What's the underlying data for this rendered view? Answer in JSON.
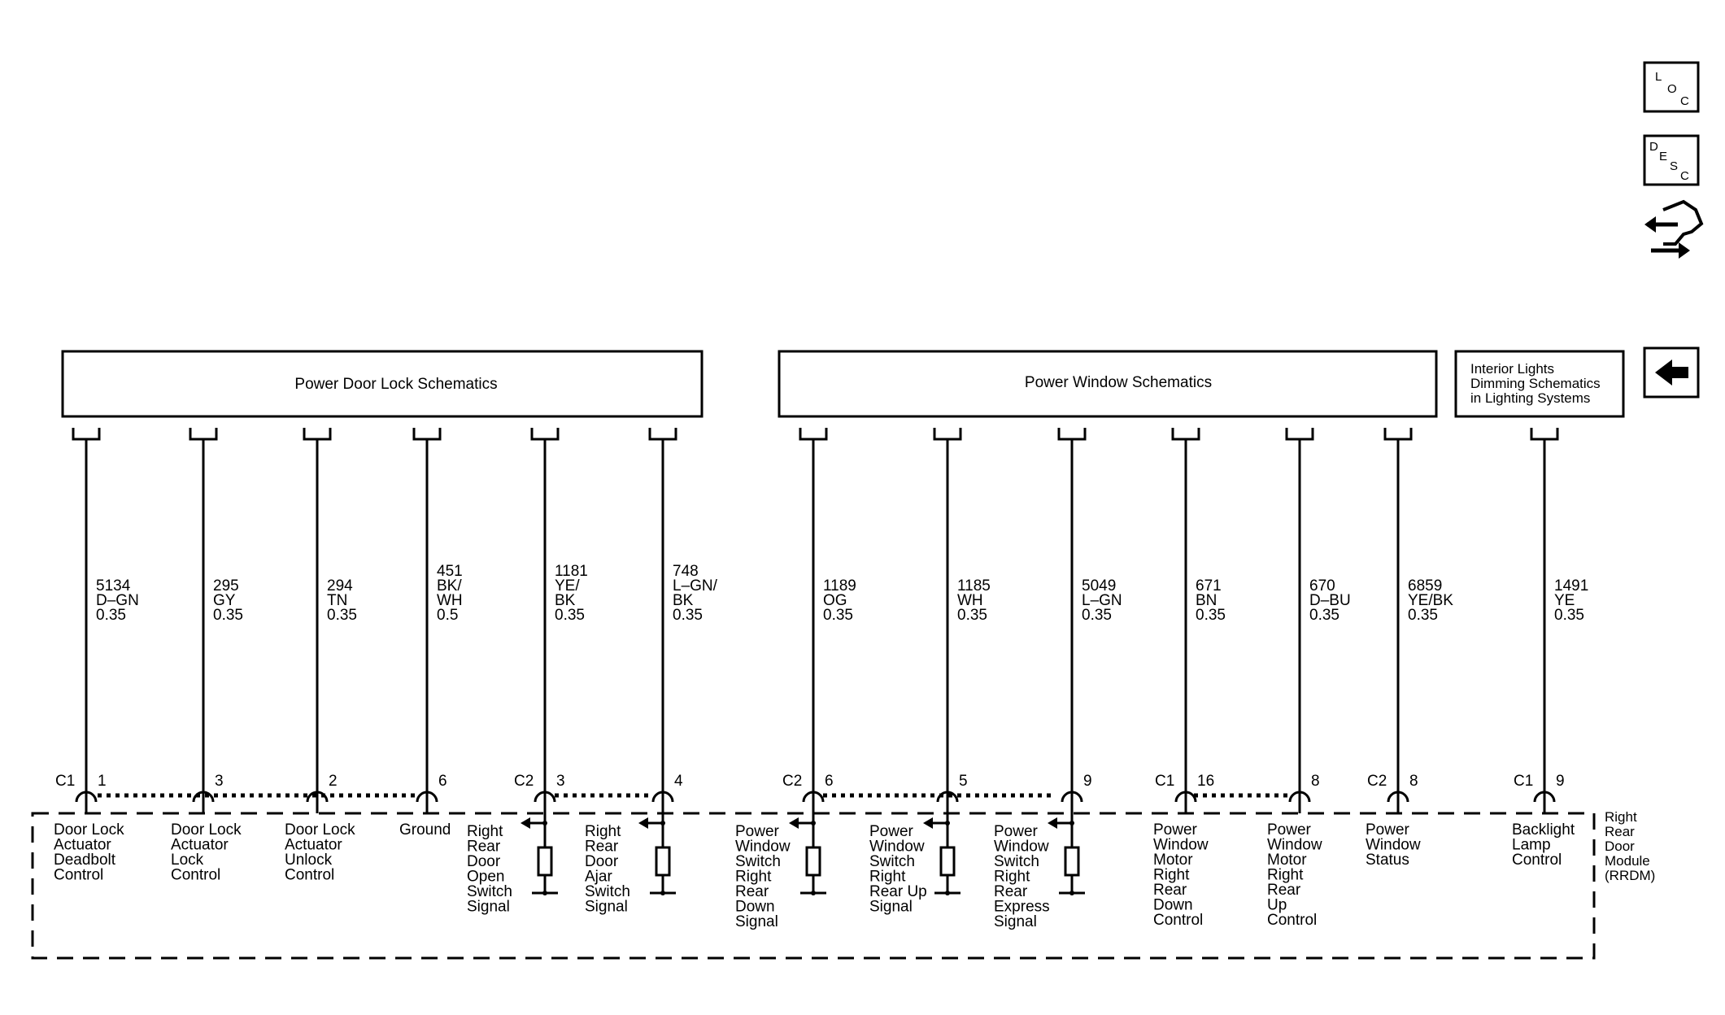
{
  "top_boxes": {
    "door_lock": "Power Door Lock Schematics",
    "window": "Power Window Schematics",
    "lights": [
      "Interior Lights",
      "Dimming Schematics",
      "in Lighting Systems"
    ]
  },
  "icons": {
    "loc": [
      "L",
      "O",
      "C"
    ],
    "desc": [
      "D",
      "E",
      "S",
      "C"
    ],
    "connector_icon": "connector-view-icon",
    "back_icon": "back-arrow-icon"
  },
  "circuits": [
    {
      "wire": [
        "5134",
        "D–GN",
        "0.35"
      ],
      "connector": "C1",
      "pin": "1",
      "function": [
        "Door Lock",
        "Actuator",
        "Deadbolt",
        "Control"
      ]
    },
    {
      "wire": [
        "295",
        "GY",
        "0.35"
      ],
      "connector": "",
      "pin": "3",
      "function": [
        "Door Lock",
        "Actuator",
        "Lock",
        "Control"
      ]
    },
    {
      "wire": [
        "294",
        "TN",
        "0.35"
      ],
      "connector": "",
      "pin": "2",
      "function": [
        "Door Lock",
        "Actuator",
        "Unlock",
        "Control"
      ]
    },
    {
      "wire": [
        "451",
        "BK/",
        "WH",
        "0.5"
      ],
      "connector": "",
      "pin": "6",
      "function": [
        "Ground"
      ]
    },
    {
      "wire": [
        "1181",
        "YE/",
        "BK",
        "0.35"
      ],
      "connector": "C2",
      "pin": "3",
      "function": [
        "Right",
        "Rear",
        "Door",
        "Open",
        "Switch",
        "Signal"
      ]
    },
    {
      "wire": [
        "748",
        "L–GN/",
        "BK",
        "0.35"
      ],
      "connector": "",
      "pin": "4",
      "function": [
        "Right",
        "Rear",
        "Door",
        "Ajar",
        "Switch",
        "Signal"
      ]
    },
    {
      "wire": [
        "1189",
        "OG",
        "0.35"
      ],
      "connector": "C2",
      "pin": "6",
      "function": [
        "Power",
        "Window",
        "Switch",
        "Right",
        "Rear",
        "Down",
        "Signal"
      ]
    },
    {
      "wire": [
        "1185",
        "WH",
        "0.35"
      ],
      "connector": "",
      "pin": "5",
      "function": [
        "Power",
        "Window",
        "Switch",
        "Right",
        "Rear Up",
        "Signal"
      ]
    },
    {
      "wire": [
        "5049",
        "L–GN",
        "0.35"
      ],
      "connector": "",
      "pin": "9",
      "function": [
        "Power",
        "Window",
        "Switch",
        "Right",
        "Rear",
        "Express",
        "Signal"
      ]
    },
    {
      "wire": [
        "671",
        "BN",
        "0.35"
      ],
      "connector": "C1",
      "pin": "16",
      "function": [
        "Power",
        "Window",
        "Motor",
        "Right",
        "Rear",
        "Down",
        "Control"
      ]
    },
    {
      "wire": [
        "670",
        "D–BU",
        "0.35"
      ],
      "connector": "",
      "pin": "8",
      "function": [
        "Power",
        "Window",
        "Motor",
        "Right",
        "Rear",
        "Up",
        "Control"
      ]
    },
    {
      "wire": [
        "6859",
        "YE/BK",
        "0.35"
      ],
      "connector": "C2",
      "pin": "8",
      "function": [
        "Power",
        "Window",
        "Status"
      ]
    },
    {
      "wire": [
        "1491",
        "YE",
        "0.35"
      ],
      "connector": "C1",
      "pin": "9",
      "function": [
        "Backlight",
        "Lamp",
        "Control"
      ]
    }
  ],
  "module_label": [
    "Right",
    "Rear",
    "Door",
    "Module",
    "(RRDM)"
  ]
}
